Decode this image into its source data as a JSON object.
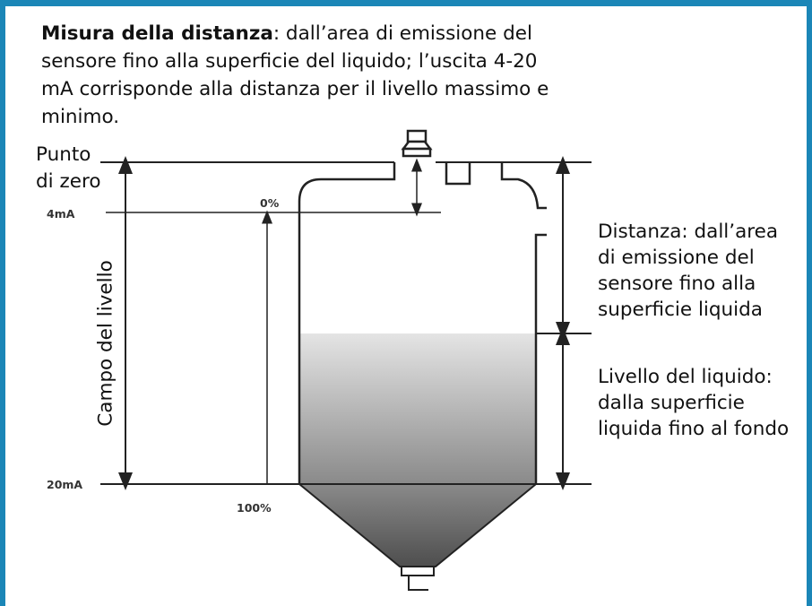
{
  "intro": {
    "bold": "Misura della distanza",
    "rest": ": dall’area di emissione del sensore fino alla superficie del liquido; l’uscita 4-20 mA corrisponde alla distanza per il livello massimo e minimo."
  },
  "labels": {
    "zero_point_line1": "Punto",
    "zero_point_line2": "di zero",
    "level_range": "Campo del livello",
    "distance": [
      "Distanza: dall’area",
      "di emissione del",
      "sensore fino alla",
      "superficie liquida"
    ],
    "liquid_level": [
      "Livello del liquido:",
      "dalla superficie",
      "liquida fino al fondo"
    ]
  },
  "ticks": {
    "ma4": "4mA",
    "ma20": "20mA",
    "pct0": "0%",
    "pct100": "100%"
  },
  "colors": {
    "frame": "#1b86b7",
    "line": "#222222",
    "liquid_top": "#e6e6e6",
    "liquid_bottom": "#6e6e6e"
  }
}
